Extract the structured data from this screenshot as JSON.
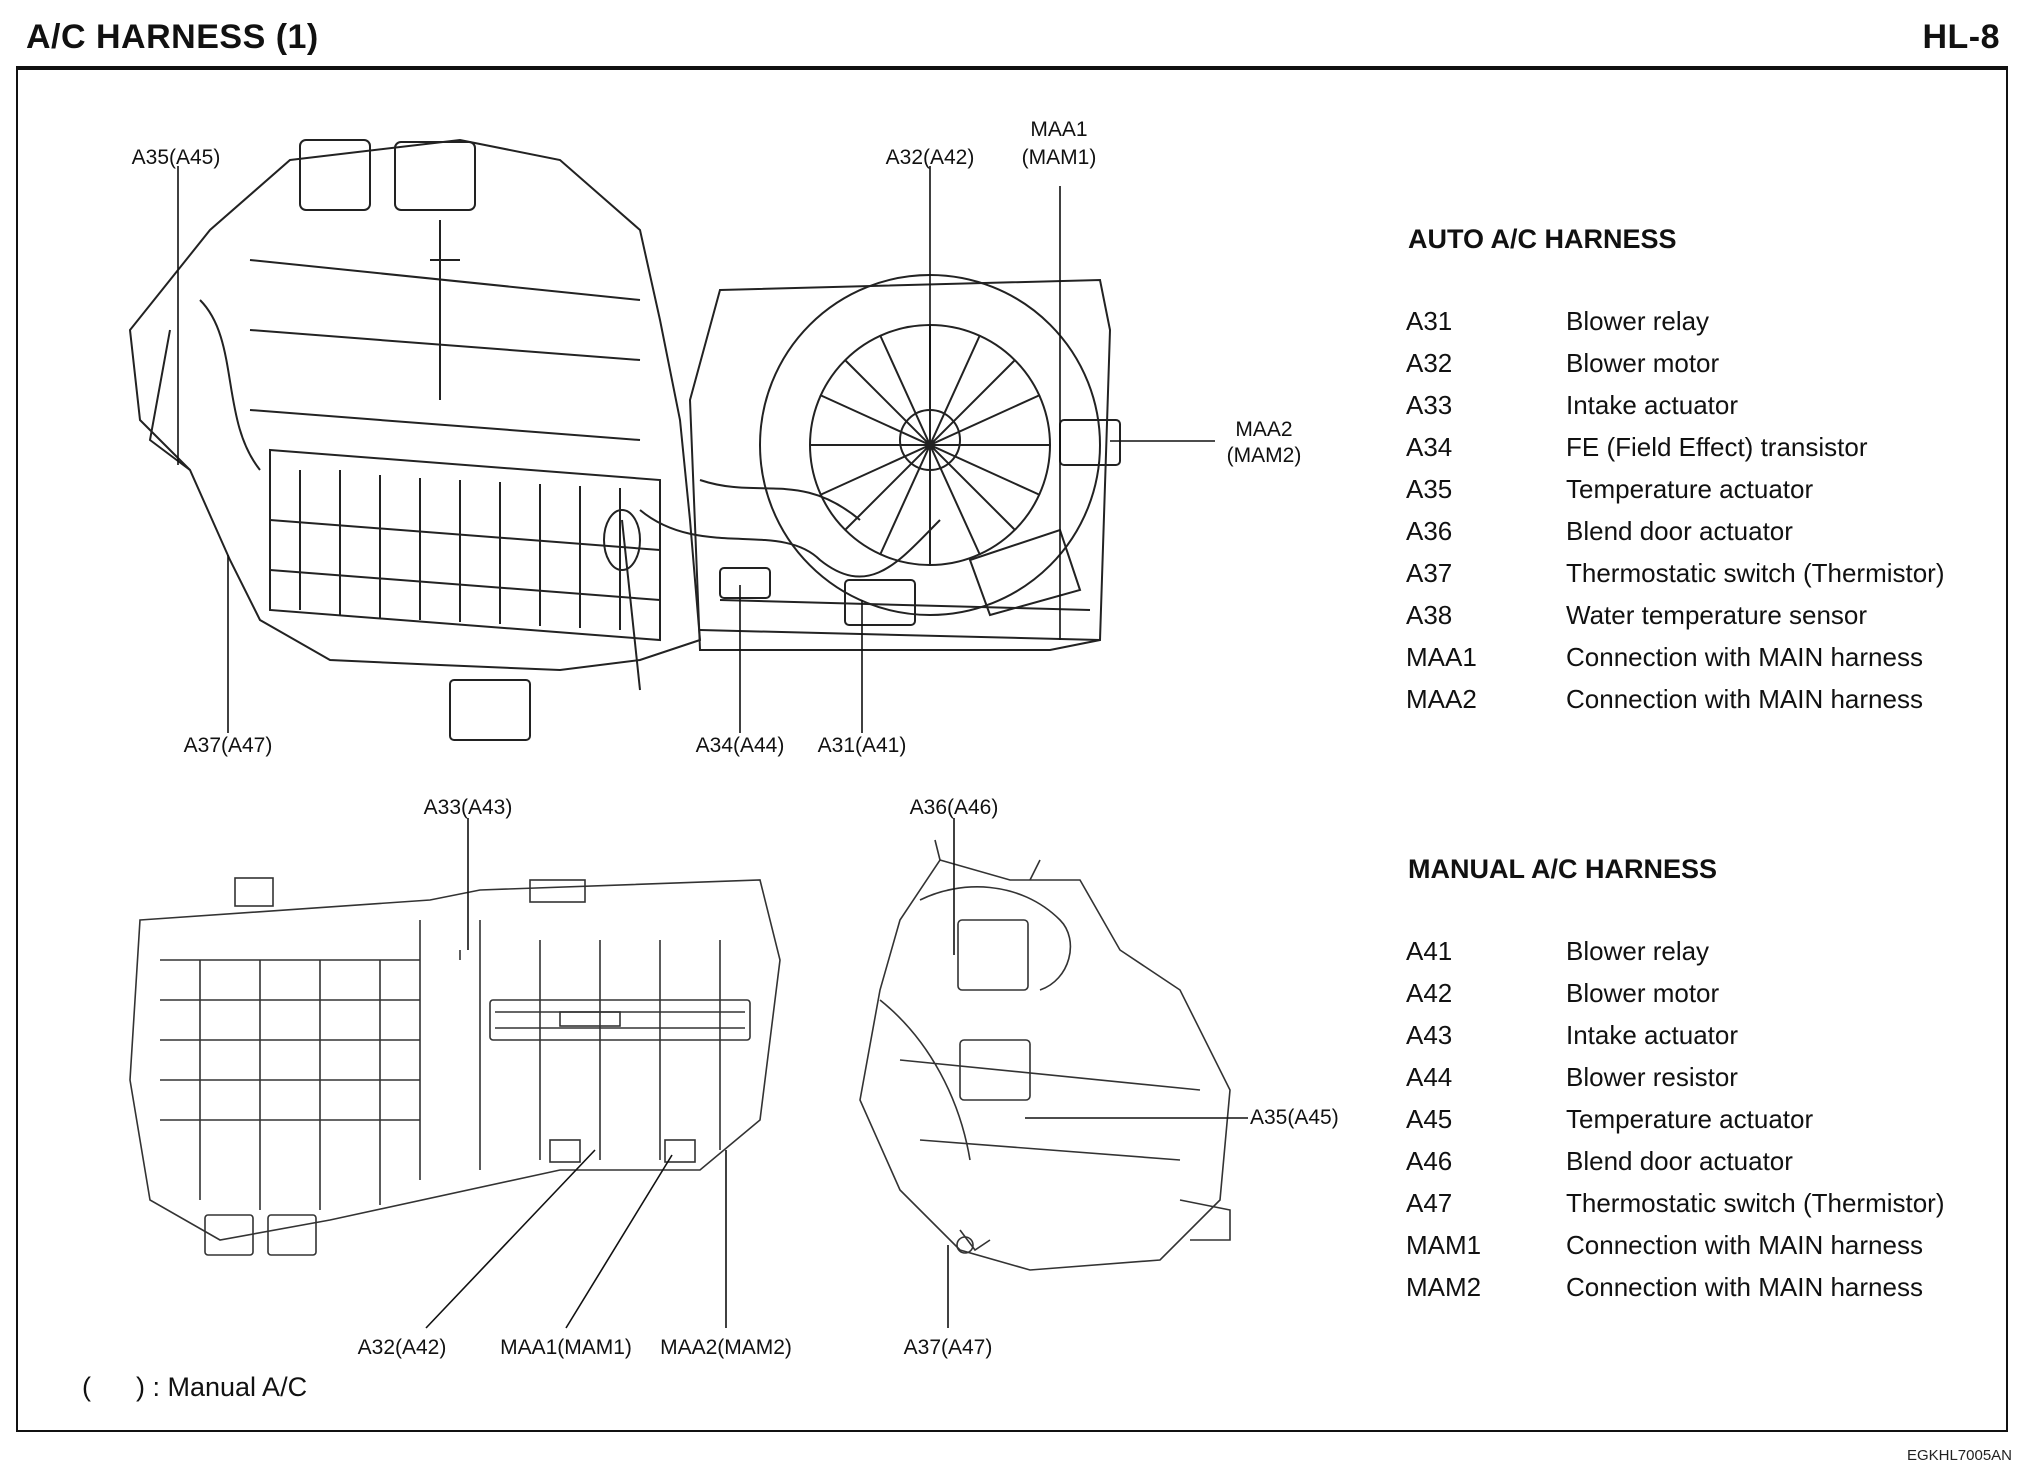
{
  "header": {
    "title": "A/C HARNESS (1)",
    "page_code": "HL-8"
  },
  "footer": {
    "image_code": "EGKHL7005AN",
    "note": "(      ) : Manual A/C"
  },
  "callouts": {
    "top": {
      "a35": "A35(A45)",
      "a32": "A32(A42)",
      "maa1_line1": "MAA1",
      "maa1_line2": "(MAM1)",
      "maa2_line1": "MAA2",
      "maa2_line2": "(MAM2)",
      "a37": "A37(A47)",
      "a34": "A34(A44)",
      "a31": "A31(A41)"
    },
    "bottom_left": {
      "a33": "A33(A43)",
      "a32": "A32(A42)",
      "maa1": "MAA1(MAM1)",
      "maa2": "MAA2(MAM2)"
    },
    "bottom_right": {
      "a36": "A36(A46)",
      "a35": "A35(A45)",
      "a37": "A37(A47)"
    }
  },
  "auto_harness": {
    "heading": "AUTO A/C HARNESS",
    "rows": [
      {
        "code": "A31",
        "desc": "Blower relay"
      },
      {
        "code": "A32",
        "desc": "Blower motor"
      },
      {
        "code": "A33",
        "desc": "Intake actuator"
      },
      {
        "code": "A34",
        "desc": "FE (Field Effect) transistor"
      },
      {
        "code": "A35",
        "desc": "Temperature actuator"
      },
      {
        "code": "A36",
        "desc": "Blend door actuator"
      },
      {
        "code": "A37",
        "desc": "Thermostatic switch (Thermistor)"
      },
      {
        "code": "A38",
        "desc": "Water temperature sensor"
      },
      {
        "code": "MAA1",
        "desc": "Connection with MAIN harness"
      },
      {
        "code": "MAA2",
        "desc": "Connection with MAIN harness"
      }
    ]
  },
  "manual_harness": {
    "heading": "MANUAL A/C HARNESS",
    "rows": [
      {
        "code": "A41",
        "desc": "Blower relay"
      },
      {
        "code": "A42",
        "desc": "Blower motor"
      },
      {
        "code": "A43",
        "desc": "Intake actuator"
      },
      {
        "code": "A44",
        "desc": "Blower resistor"
      },
      {
        "code": "A45",
        "desc": "Temperature actuator"
      },
      {
        "code": "A46",
        "desc": "Blend door actuator"
      },
      {
        "code": "A47",
        "desc": "Thermostatic switch (Thermistor)"
      },
      {
        "code": "MAM1",
        "desc": "Connection with MAIN harness"
      },
      {
        "code": "MAM2",
        "desc": "Connection with MAIN harness"
      }
    ]
  }
}
